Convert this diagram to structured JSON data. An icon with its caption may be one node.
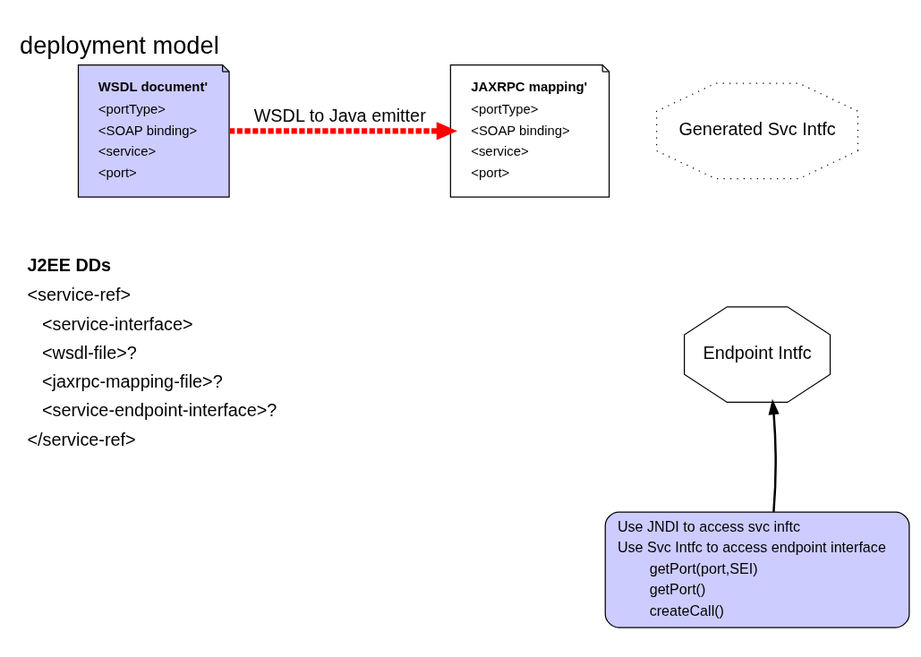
{
  "diagram": {
    "title": "deployment model",
    "nodes": [
      {
        "text": [
          "WSDL document'",
          "<portType>",
          "<SOAP binding>",
          "<service>",
          "<port>"
        ]
      },
      {
        "text": [
          "JAXRPC mapping'",
          "<portType>",
          "<SOAP binding>",
          "<service>",
          "<port>"
        ]
      },
      {
        "text": [
          "Generated Svc Intfc"
        ]
      },
      {
        "text": [
          "Endpoint Intfc"
        ]
      },
      {
        "text": [
          "Use JNDI to access svc inftc",
          "Use Svc Intfc to access endpoint interface",
          "getPort(port,SEI)",
          "getPort()",
          "createCall()"
        ]
      }
    ],
    "edges": [
      {
        "from": 0,
        "to": 1,
        "arrow": "to",
        "label": "WSDL to Java emitter",
        "style": "dashed",
        "color": "#ff0000"
      },
      {
        "from": 4,
        "to": 3,
        "arrow": "to",
        "color": "#000000"
      }
    ],
    "labels": [
      "J2EE DDs",
      "<service-ref>",
      "<service-interface>",
      "<wsdl-file>?",
      "<jaxrpc-mapping-file>?",
      "<service-endpoint-interface>?",
      "</service-ref>"
    ]
  }
}
